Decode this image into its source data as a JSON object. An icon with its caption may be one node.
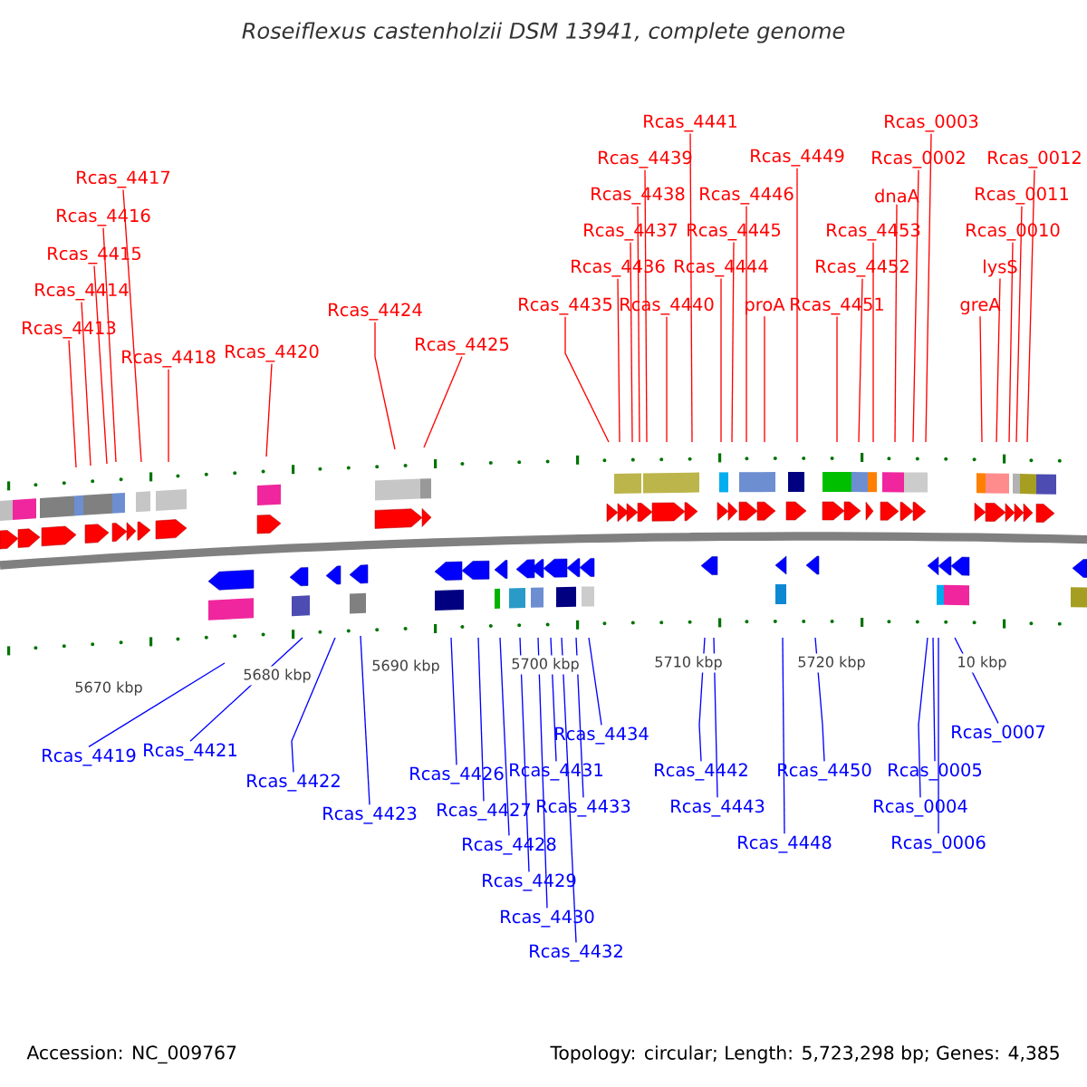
{
  "diagram": {
    "title": "Roseiflexus castenholzii DSM 13941, complete genome",
    "nodes": [
      {
        "text": [
          "Rcas_4413"
        ]
      },
      {
        "text": [
          "Rcas_4414"
        ]
      },
      {
        "text": [
          "Rcas_4415"
        ]
      },
      {
        "text": [
          "Rcas_4416"
        ]
      },
      {
        "text": [
          "Rcas_4417"
        ]
      },
      {
        "text": [
          "Rcas_4418"
        ]
      },
      {
        "text": [
          "Rcas_4420"
        ]
      },
      {
        "text": [
          "Rcas_4424"
        ]
      },
      {
        "text": [
          "Rcas_4425"
        ]
      },
      {
        "text": [
          "Rcas_4435"
        ]
      },
      {
        "text": [
          "Rcas_4436"
        ]
      },
      {
        "text": [
          "Rcas_4437"
        ]
      },
      {
        "text": [
          "Rcas_4438"
        ]
      },
      {
        "text": [
          "Rcas_4439"
        ]
      },
      {
        "text": [
          "Rcas_4440"
        ]
      },
      {
        "text": [
          "Rcas_4441"
        ]
      },
      {
        "text": [
          "Rcas_4444"
        ]
      },
      {
        "text": [
          "Rcas_4445"
        ]
      },
      {
        "text": [
          "Rcas_4446"
        ]
      },
      {
        "text": [
          "proA"
        ]
      },
      {
        "text": [
          "Rcas_4449"
        ]
      },
      {
        "text": [
          "Rcas_4451"
        ]
      },
      {
        "text": [
          "Rcas_4452"
        ]
      },
      {
        "text": [
          "Rcas_4453"
        ]
      },
      {
        "text": [
          "dnaA"
        ]
      },
      {
        "text": [
          "Rcas_0002"
        ]
      },
      {
        "text": [
          "Rcas_0003"
        ]
      },
      {
        "text": [
          "greA"
        ]
      },
      {
        "text": [
          "lysS"
        ]
      },
      {
        "text": [
          "Rcas_0010"
        ]
      },
      {
        "text": [
          "Rcas_0011"
        ]
      },
      {
        "text": [
          "Rcas_0012"
        ]
      },
      {
        "text": [
          "Rcas_4419"
        ]
      },
      {
        "text": [
          "Rcas_4421"
        ]
      },
      {
        "text": [
          "Rcas_4422"
        ]
      },
      {
        "text": [
          "Rcas_4423"
        ]
      },
      {
        "text": [
          "Rcas_4426"
        ]
      },
      {
        "text": [
          "Rcas_4427"
        ]
      },
      {
        "text": [
          "Rcas_4428"
        ]
      },
      {
        "text": [
          "Rcas_4429"
        ]
      },
      {
        "text": [
          "Rcas_4430"
        ]
      },
      {
        "text": [
          "Rcas_4431"
        ]
      },
      {
        "text": [
          "Rcas_4432"
        ]
      },
      {
        "text": [
          "Rcas_4433"
        ]
      },
      {
        "text": [
          "Rcas_4434"
        ]
      },
      {
        "text": [
          "Rcas_4442"
        ]
      },
      {
        "text": [
          "Rcas_4443"
        ]
      },
      {
        "text": [
          "Rcas_4448"
        ]
      },
      {
        "text": [
          "Rcas_4450"
        ]
      },
      {
        "text": [
          "Rcas_0004"
        ]
      },
      {
        "text": [
          "Rcas_0005"
        ]
      },
      {
        "text": [
          "Rcas_0006"
        ]
      },
      {
        "text": [
          "Rcas_0007"
        ]
      }
    ],
    "edges": [
      {
        "from": 0,
        "to": null,
        "arrow": "none",
        "color": "#ff0000"
      },
      {
        "from": 1,
        "to": null,
        "arrow": "none",
        "color": "#ff0000"
      },
      {
        "from": 2,
        "to": null,
        "arrow": "none",
        "color": "#ff0000"
      },
      {
        "from": 3,
        "to": null,
        "arrow": "none",
        "color": "#ff0000"
      },
      {
        "from": 4,
        "to": null,
        "arrow": "none",
        "color": "#ff0000"
      },
      {
        "from": 5,
        "to": null,
        "arrow": "none",
        "color": "#ff0000"
      },
      {
        "from": 6,
        "to": null,
        "arrow": "none",
        "color": "#ff0000"
      },
      {
        "from": 7,
        "to": null,
        "arrow": "none",
        "color": "#ff0000"
      },
      {
        "from": 8,
        "to": null,
        "arrow": "none",
        "color": "#ff0000"
      },
      {
        "from": 9,
        "to": null,
        "arrow": "none",
        "color": "#ff0000"
      },
      {
        "from": 10,
        "to": null,
        "arrow": "none",
        "color": "#ff0000"
      },
      {
        "from": 11,
        "to": null,
        "arrow": "none",
        "color": "#ff0000"
      },
      {
        "from": 12,
        "to": null,
        "arrow": "none",
        "color": "#ff0000"
      },
      {
        "from": 13,
        "to": null,
        "arrow": "none",
        "color": "#ff0000"
      },
      {
        "from": 14,
        "to": null,
        "arrow": "none",
        "color": "#ff0000"
      },
      {
        "from": 15,
        "to": null,
        "arrow": "none",
        "color": "#ff0000"
      },
      {
        "from": 16,
        "to": null,
        "arrow": "none",
        "color": "#ff0000"
      },
      {
        "from": 17,
        "to": null,
        "arrow": "none",
        "color": "#ff0000"
      },
      {
        "from": 18,
        "to": null,
        "arrow": "none",
        "color": "#ff0000"
      },
      {
        "from": 19,
        "to": null,
        "arrow": "none",
        "color": "#ff0000"
      },
      {
        "from": 20,
        "to": null,
        "arrow": "none",
        "color": "#ff0000"
      },
      {
        "from": 21,
        "to": null,
        "arrow": "none",
        "color": "#ff0000"
      },
      {
        "from": 22,
        "to": null,
        "arrow": "none",
        "color": "#ff0000"
      },
      {
        "from": 23,
        "to": null,
        "arrow": "none",
        "color": "#ff0000"
      },
      {
        "from": 24,
        "to": null,
        "arrow": "none",
        "color": "#ff0000"
      },
      {
        "from": 25,
        "to": null,
        "arrow": "none",
        "color": "#ff0000"
      },
      {
        "from": 26,
        "to": null,
        "arrow": "none",
        "color": "#ff0000"
      },
      {
        "from": 27,
        "to": null,
        "arrow": "none",
        "color": "#ff0000"
      },
      {
        "from": 28,
        "to": null,
        "arrow": "none",
        "color": "#ff0000"
      },
      {
        "from": 29,
        "to": null,
        "arrow": "none",
        "color": "#ff0000"
      },
      {
        "from": 30,
        "to": null,
        "arrow": "none",
        "color": "#ff0000"
      },
      {
        "from": 31,
        "to": null,
        "arrow": "none",
        "color": "#ff0000"
      },
      {
        "from": 32,
        "to": null,
        "arrow": "none",
        "color": "#0000ff"
      },
      {
        "from": 33,
        "to": null,
        "arrow": "none",
        "color": "#0000ff"
      },
      {
        "from": 34,
        "to": null,
        "arrow": "none",
        "color": "#0000ff"
      },
      {
        "from": 35,
        "to": null,
        "arrow": "none",
        "color": "#0000ff"
      },
      {
        "from": 36,
        "to": null,
        "arrow": "none",
        "color": "#0000ff"
      },
      {
        "from": 37,
        "to": null,
        "arrow": "none",
        "color": "#0000ff"
      },
      {
        "from": 38,
        "to": null,
        "arrow": "none",
        "color": "#0000ff"
      },
      {
        "from": 39,
        "to": null,
        "arrow": "none",
        "color": "#0000ff"
      },
      {
        "from": 40,
        "to": null,
        "arrow": "none",
        "color": "#0000ff"
      },
      {
        "from": 41,
        "to": null,
        "arrow": "none",
        "color": "#0000ff"
      },
      {
        "from": 42,
        "to": null,
        "arrow": "none",
        "color": "#0000ff"
      },
      {
        "from": 43,
        "to": null,
        "arrow": "none",
        "color": "#0000ff"
      },
      {
        "from": 44,
        "to": null,
        "arrow": "none",
        "color": "#0000ff"
      },
      {
        "from": 45,
        "to": null,
        "arrow": "none",
        "color": "#0000ff"
      },
      {
        "from": 46,
        "to": null,
        "arrow": "none",
        "color": "#0000ff"
      },
      {
        "from": 47,
        "to": null,
        "arrow": "none",
        "color": "#0000ff"
      },
      {
        "from": 48,
        "to": null,
        "arrow": "none",
        "color": "#0000ff"
      },
      {
        "from": 49,
        "to": null,
        "arrow": "none",
        "color": "#0000ff"
      },
      {
        "from": 50,
        "to": null,
        "arrow": "none",
        "color": "#0000ff"
      },
      {
        "from": 51,
        "to": null,
        "arrow": "none",
        "color": "#0000ff"
      },
      {
        "from": 52,
        "to": null,
        "arrow": "none",
        "color": "#0000ff"
      }
    ],
    "labels": [
      "5670 kbp",
      "5680 kbp",
      "5690 kbp",
      "5700 kbp",
      "5710 kbp",
      "5720 kbp",
      "10 kbp",
      "Accession: NC_009767",
      "Topology: circular; Length: 5,723,298 bp; Genes: 4,385"
    ]
  }
}
